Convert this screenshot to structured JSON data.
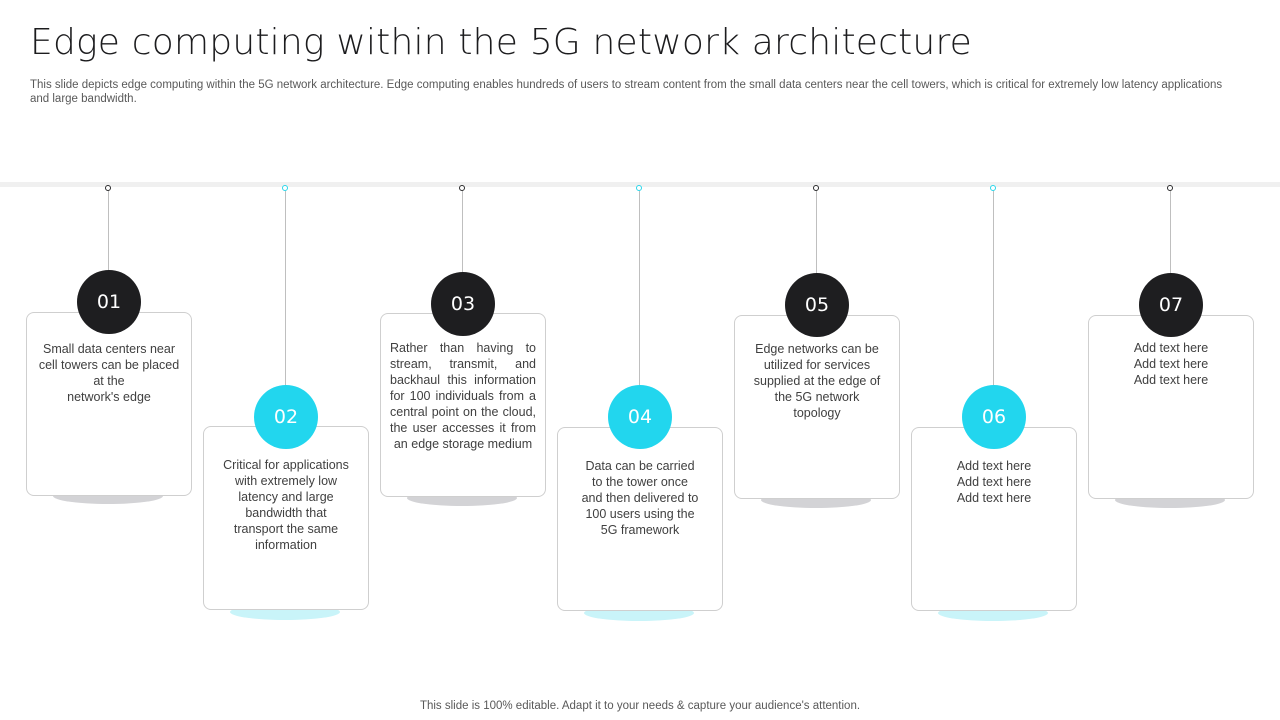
{
  "slide": {
    "title": "Edge computing within the 5G network architecture",
    "subtitle": "This slide depicts edge computing within the 5G network architecture. Edge computing enables hundreds of users to stream content from the small data centers near the cell towers, which is critical for extremely low latency applications and large bandwidth.",
    "footer": "This slide is 100% editable. Adapt it to your needs & capture your audience's attention."
  },
  "colors": {
    "dark": "#1e1e20",
    "accent": "#22d6ee"
  },
  "steps": [
    {
      "number": "01",
      "text": "Small data centers near cell towers can be placed at the\nnetwork's edge"
    },
    {
      "number": "02",
      "text": "Critical for applications with extremely low latency and large bandwidth that transport the same information"
    },
    {
      "number": "03",
      "text": "Rather than having to stream, transmit, and backhaul this information for 100 individuals from a central point on the cloud, the user accesses it from an edge storage medium"
    },
    {
      "number": "04",
      "text": "Data can be carried to the tower once and then delivered to 100 users using the 5G framework"
    },
    {
      "number": "05",
      "text": "Edge networks can be utilized for services supplied at the edge of the 5G network topology"
    },
    {
      "number": "06",
      "text": "Add text here\nAdd text here\nAdd text here"
    },
    {
      "number": "07",
      "text": "Add text here\nAdd text here\nAdd text here"
    }
  ]
}
